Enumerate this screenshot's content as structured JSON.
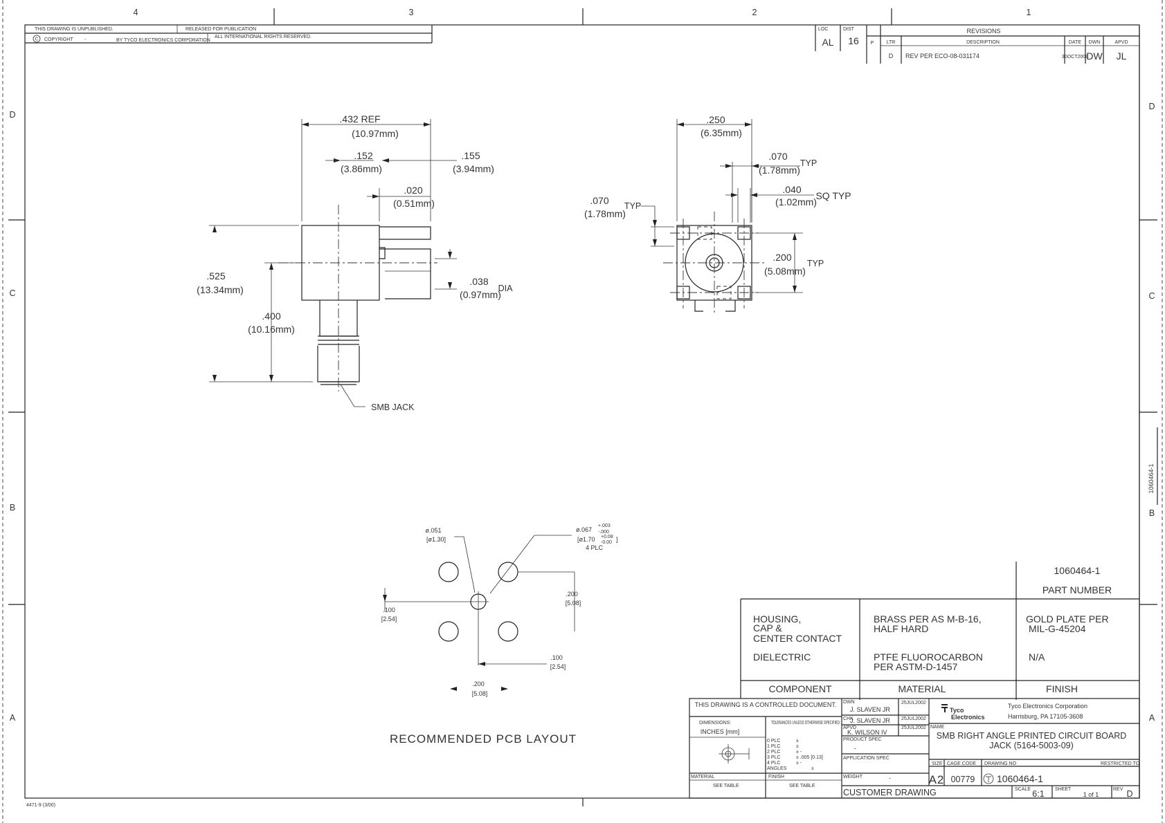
{
  "zones": {
    "top": [
      "4",
      "3",
      "2",
      "1"
    ],
    "left": [
      "D",
      "C",
      "B",
      "A"
    ],
    "right": [
      "D",
      "C",
      "B",
      "A"
    ]
  },
  "notice": {
    "unpublished": "THIS DRAWING IS UNPUBLISHED.",
    "released": "RELEASED FOR PUBLICATION",
    "copyright": "COPYRIGHT",
    "copyright_dash": "-",
    "by": "BY TYCO ELECTRONICS CORPORATION",
    "rights": "ALL INTERNATIONAL RIGHTS RESERVED.",
    "copyright_symbol": "C"
  },
  "revisions": {
    "loc_label": "LOC",
    "loc_value": "AL",
    "dist_label": "DIST",
    "dist_value": "16",
    "title": "REVISIONS",
    "p_label": "P",
    "ltr_label": "LTR",
    "desc_label": "DESCRIPTION",
    "date_label": "DATE",
    "dwn_label": "DWN",
    "apvd_label": "APVD",
    "ltr": "D",
    "desc": "REV PER ECO-08-031174",
    "date": "30OCT2008",
    "dwn": "DW",
    "apvd": "JL"
  },
  "side_view": {
    "ref_dim": ".432 REF",
    "ref_dim_mm": "(10.97mm)",
    "d1": ".152",
    "d1_mm": "(3.86mm)",
    "d2": ".155",
    "d2_mm": "(3.94mm)",
    "d3": ".020",
    "d3_mm": "(0.51mm)",
    "height": ".525",
    "height_mm": "(13.34mm)",
    "h2": ".400",
    "h2_mm": "(10.16mm)",
    "dia": ".038",
    "dia_mm": "(0.97mm)",
    "dia_note": "DIA",
    "jack_label": "SMB JACK"
  },
  "front_view": {
    "width": ".250",
    "width_mm": "(6.35mm)",
    "pin": ".070",
    "pin_mm": "(1.78mm)",
    "pin_typ": "TYP",
    "sq": ".040",
    "sq_mm": "(1.02mm)",
    "sq_typ": "SQ TYP",
    "left_dim": ".070",
    "left_dim_mm": "(1.78mm)",
    "left_typ": "TYP",
    "spacing": ".200",
    "spacing_mm": "(5.08mm)",
    "spacing_typ": "TYP"
  },
  "pcb_layout": {
    "hole1": "ø.051",
    "hole1_mm": "[ø1.30]",
    "hole2": "ø.067",
    "hole2_tol_plus": "+.003",
    "hole2_tol_minus": "-.000",
    "hole2_mm": "[ø1.70",
    "hole2_mm_tol_plus": "+0.08",
    "hole2_mm_tol_minus": "-0.00",
    "hole2_mm_close": "]",
    "hole2_qty": "4 PLC",
    "dim_a": ".100",
    "dim_a_mm": "[2.54]",
    "dim_b": ".200",
    "dim_b_mm": "[5.08]",
    "dim_c": ".100",
    "dim_c_mm": "[2.54]",
    "dim_d": ".200",
    "dim_d_mm": "[5.08]",
    "title": "RECOMMENDED PCB LAYOUT"
  },
  "part_number": {
    "value": "1060464-1",
    "label": "PART NUMBER"
  },
  "materials": {
    "rows": [
      {
        "component_lines": [
          "HOUSING,",
          "CAP &",
          "CENTER CONTACT"
        ],
        "material_lines": [
          "BRASS PER AS M-B-16,",
          "HALF HARD"
        ],
        "finish_lines": [
          "GOLD PLATE PER",
          "MIL-G-45204"
        ]
      },
      {
        "component_lines": [
          "DIELECTRIC"
        ],
        "material_lines": [
          "PTFE FLUOROCARBON",
          "PER ASTM-D-1457"
        ],
        "finish_lines": [
          "N/A"
        ]
      }
    ],
    "headers": [
      "COMPONENT",
      "MATERIAL",
      "FINISH"
    ]
  },
  "title_block": {
    "controlled": "THIS DRAWING IS A CONTROLLED DOCUMENT.",
    "dimensions_label": "DIMENSIONS:",
    "tolerances_label": "TOLERANCES UNLESS OTHERWISE SPECIFIED:",
    "units": "INCHES [mm]",
    "tol_places": [
      "0 PLC",
      "1 PLC",
      "2 PLC",
      "3 PLC",
      "4 PLC",
      "ANGLES"
    ],
    "tol_vals": [
      "±",
      "±",
      "± -",
      "± .005 [0.13]",
      "± -",
      "±"
    ],
    "material_label": "MATERIAL",
    "material_val": "SEE TABLE",
    "finish_label": "FINISH",
    "finish_val": "SEE TABLE",
    "dwn_label": "DWN",
    "dwn_name": "J. SLAVEN JR",
    "dwn_date": "25JUL2002",
    "chk_label": "CHK",
    "chk_name": "J. SLAVEN JR",
    "chk_date": "25JUL2002",
    "appvd_label": "APVD",
    "appvd_name": "K. WILSON IV",
    "appvd_date": "25JUL2002",
    "product_spec_label": "PRODUCT SPEC",
    "product_spec_val": "-",
    "application_spec_label": "APPLICATION SPEC",
    "weight_label": "WEIGHT",
    "weight_val": "-",
    "customer_drawing": "CUSTOMER DRAWING",
    "company": "Tyco Electronics Corporation",
    "address": "Harrisburg, PA 17105-3608",
    "logo_top": "Tyco",
    "logo_bottom": "Electronics",
    "name_label": "NAME",
    "name_line1": "SMB RIGHT ANGLE PRINTED CIRCUIT BOARD",
    "name_line2": "JACK (5164-5003-09)",
    "size_label": "SIZE",
    "size_val": "A2",
    "cage_label": "CAGE CODE",
    "cage_val": "00779",
    "dwg_label": "DRAWING NO",
    "dwg_val": "1060464-1",
    "restricted_label": "RESTRICTED TO",
    "scale_label": "SCALE",
    "scale_val": "6:1",
    "sheet_label": "SHEET",
    "sheet_val": "1 of 1",
    "rev_label": "REV",
    "rev_val": "D"
  },
  "side_tab": "1060464-1",
  "footer_code": "4471-9 (3/00)"
}
